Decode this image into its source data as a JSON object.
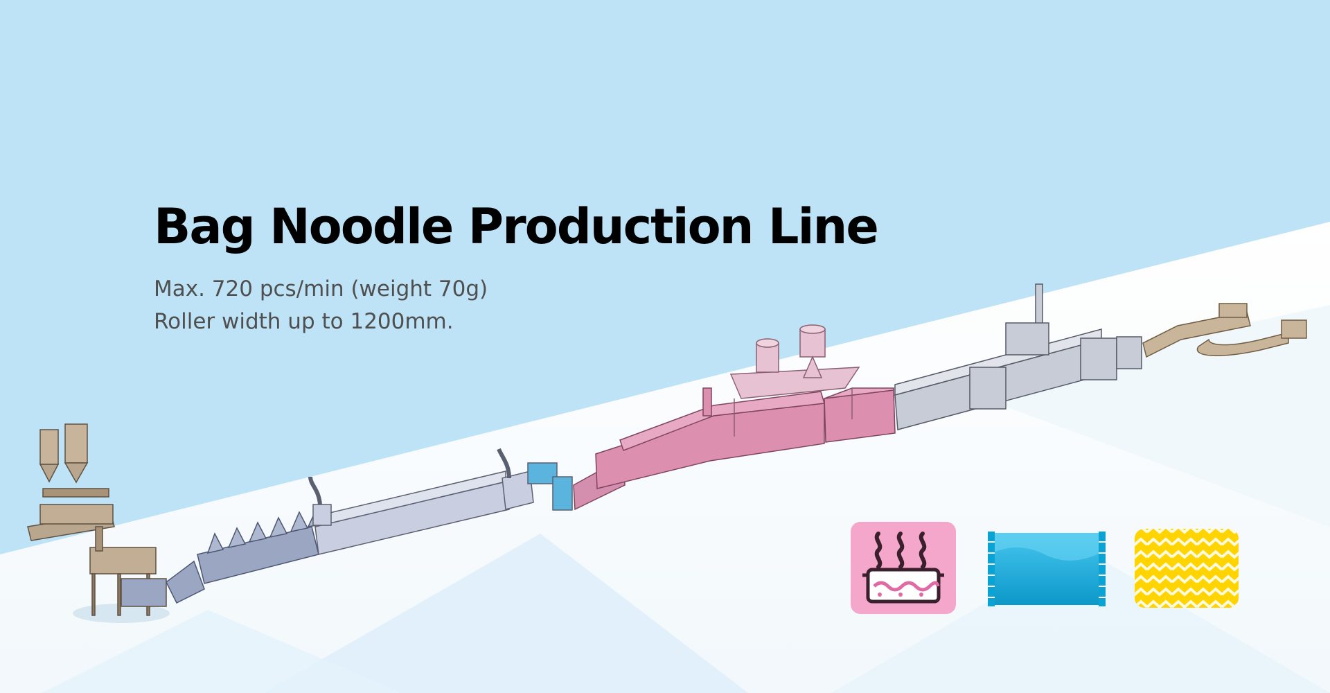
{
  "hero": {
    "title": "Bag Noodle Production Line",
    "specs": [
      "Max. 720 pcs/min (weight 70g)",
      "Roller width up to 1200mm."
    ]
  },
  "colors": {
    "sky": "#bee3f6",
    "floor": "#ffffff",
    "title": "#000000",
    "spec_text": "#4f4f4f",
    "steamer_machine": "#dc8fae",
    "metal_machine": "#c9cfe0",
    "mixer_machine": "#b9a68e",
    "icon_steam_bg": "#f4a6cb",
    "icon_bag": "#12a9da",
    "icon_noodle_bg": "#ffd400"
  },
  "feature_icons": [
    {
      "icon": "steaming-icon"
    },
    {
      "icon": "noodle-bag-icon"
    },
    {
      "icon": "wavy-noodle-icon"
    }
  ]
}
